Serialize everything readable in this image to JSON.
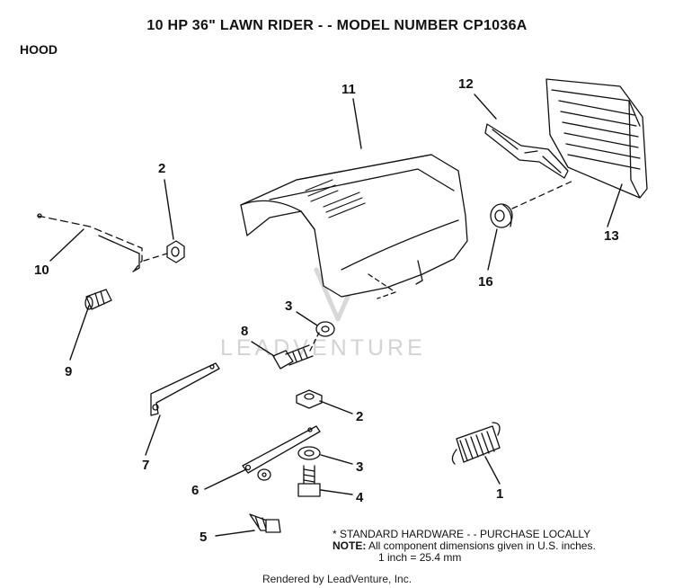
{
  "header": {
    "title": "10 HP 36\" LAWN RIDER - - MODEL NUMBER CP1036A",
    "section": "HOOD"
  },
  "callouts": [
    "11",
    "12",
    "13",
    "16",
    "2",
    "10",
    "9",
    "3",
    "8",
    "2",
    "7",
    "3",
    "6",
    "4",
    "1",
    "5"
  ],
  "watermark": "LEADVENTURE",
  "notes": {
    "standard": "* STANDARD HARDWARE - - PURCHASE LOCALLY",
    "note_label": "NOTE:",
    "note_text": "All component dimensions given in U.S. inches.",
    "conversion": "1 inch = 25.4 mm"
  },
  "footer": {
    "credit": "Rendered by LeadVenture, Inc."
  }
}
